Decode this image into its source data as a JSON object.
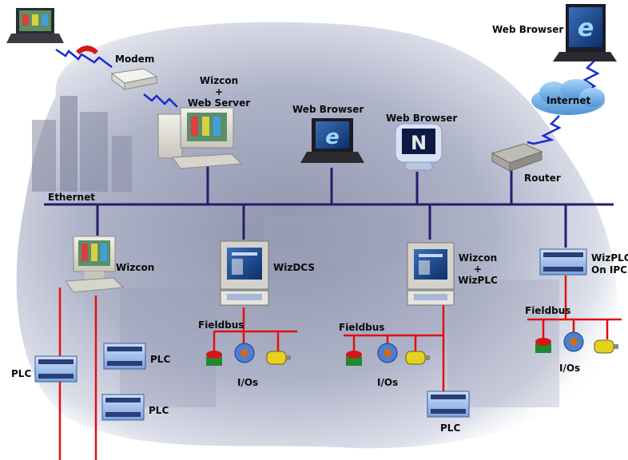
{
  "labels": {
    "modem": "Modem",
    "wizcon_server_1": "Wizcon",
    "wizcon_server_2": "+",
    "wizcon_server_3": "Web Server",
    "web_browser_top": "Web Browser",
    "web_browser_ie": "Web Browser",
    "web_browser_ns": "Web Browser",
    "internet": "Internet",
    "router": "Router",
    "ethernet": "Ethernet",
    "wizcon": "Wizcon",
    "wizdcs": "WizDCS",
    "wizcon_wizplc_1": "Wizcon",
    "wizcon_wizplc_2": "+",
    "wizcon_wizplc_3": "WizPLC",
    "wizplc_ipc_1": "WizPLC",
    "wizplc_ipc_2": "On IPC",
    "fieldbus_1": "Fieldbus",
    "fieldbus_2": "Fieldbus",
    "fieldbus_3": "Fieldbus",
    "ios_1": "I/Os",
    "ios_2": "I/Os",
    "ios_3": "I/Os",
    "plc_left": "PLC",
    "plc_mid": "PLC",
    "plc_low": "PLC",
    "plc_bottom": "PLC",
    "browser_logo_netscape": "N"
  },
  "colors": {
    "ethernet_bus": "#2a1a6e",
    "fieldbus": "#e01010",
    "dialup_link": "#1a2ad0",
    "internet_cloud": "#6fb3e8",
    "background_wash": "#b9bed2"
  },
  "icons": [
    "laptop-icon",
    "telephone-icon",
    "modem-icon",
    "desktop-pc-icon",
    "ie-logo-icon",
    "netscape-logo-icon",
    "router-icon",
    "cloud-icon",
    "plc-icon",
    "panel-pc-icon",
    "valve-icon",
    "pump-icon",
    "motor-icon"
  ]
}
